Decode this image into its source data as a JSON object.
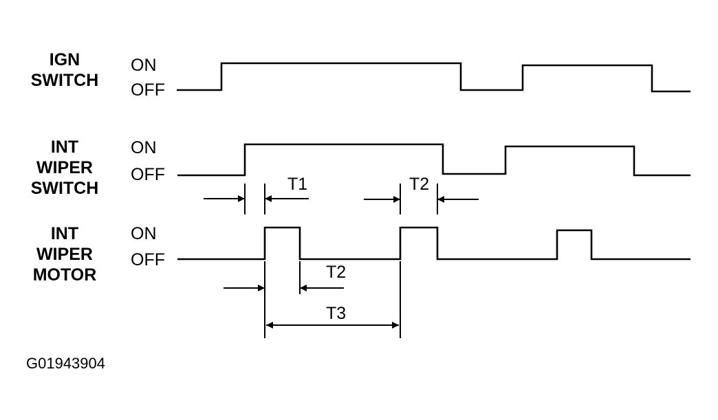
{
  "signals": [
    {
      "id": "ign",
      "label_lines": [
        "IGN",
        "SWITCH"
      ],
      "on_label": "ON",
      "off_label": "OFF"
    },
    {
      "id": "int_switch",
      "label_lines": [
        "INT",
        "WIPER",
        "SWITCH"
      ],
      "on_label": "ON",
      "off_label": "OFF"
    },
    {
      "id": "int_motor",
      "label_lines": [
        "INT",
        "WIPER",
        "MOTOR"
      ],
      "on_label": "ON",
      "off_label": "OFF"
    }
  ],
  "intervals": {
    "t1": "T1",
    "t2_switch": "T2",
    "t2_motor": "T2",
    "t3": "T3"
  },
  "figure_code": "G01943904"
}
